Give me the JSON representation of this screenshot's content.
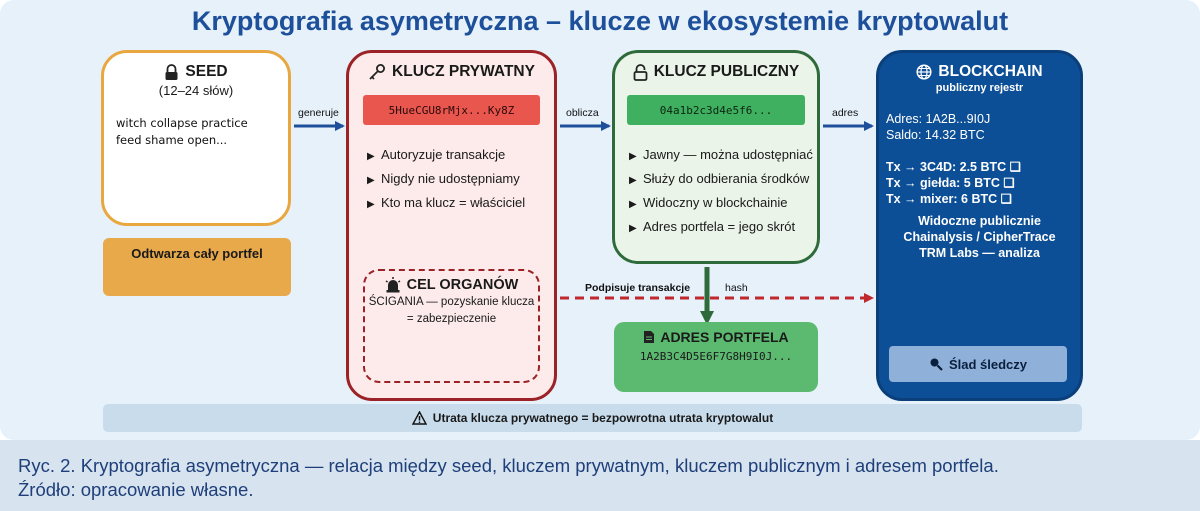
{
  "title": "Kryptografia asymetryczna – klucze w ekosystemie kryptowalut",
  "seed": {
    "icon": "locked-padlock-icon",
    "label": "SEED",
    "sub": "(12–24 słów)",
    "words_line1": "witch collapse practice",
    "words_line2": "feed shame open..."
  },
  "restore_label": "Odtwarza cały portfel",
  "private_key": {
    "icon": "key-icon",
    "label": "KLUCZ PRYWATNY",
    "value": "5HueCGU8rMjx...Ky8Z",
    "bullets": [
      "Autoryzuje transakcje",
      "Nigdy nie udostępniamy",
      "Kto ma klucz = właściciel"
    ]
  },
  "target": {
    "icon": "siren-icon",
    "label": "CEL ORGANÓW",
    "line1": "ŚCIGANIA — pozyskanie klucza",
    "line2": "= zabezpieczenie"
  },
  "public_key": {
    "icon": "unlocked-padlock-icon",
    "label": "KLUCZ PUBLICZNY",
    "value": "04a1b2c3d4e5f6...",
    "bullets": [
      "Jawny — można udostępniać",
      "Służy do odbierania środków",
      "Widoczny w blockchainie",
      "Adres portfela = jego skrót"
    ]
  },
  "address": {
    "icon": "document-icon",
    "label": "ADRES PORTFELA",
    "value": "1A2B3C4D5E6F7G8H9I0J..."
  },
  "blockchain": {
    "icon": "globe-icon",
    "label": "BLOCKCHAIN",
    "sub": "publiczny rejestr",
    "address_line": "Adres: 1A2B...9I0J",
    "balance_line": "Saldo: 14.32 BTC",
    "tx": [
      "Tx → 3C4D: 2.5 BTC ❑",
      "Tx → giełda: 5 BTC ❑",
      "Tx → mixer: 6 BTC ❑"
    ],
    "public_line1": "Widoczne publicznie",
    "public_line2": "Chainalysis / CipherTrace",
    "public_line3": "TRM Labs — analiza",
    "trace_icon": "magnifier-icon",
    "trace_label": "Ślad śledczy"
  },
  "arrows": {
    "generates": "generuje",
    "computes": "oblicza",
    "address": "adres",
    "signs": "Podpisuje transakcje",
    "hash": "hash"
  },
  "colors": {
    "title": "#1d4f9a",
    "arrow_blue": "#1d4f9a",
    "arrow_green": "#2f6b3a",
    "arrow_red": "#c0282d"
  },
  "warning": {
    "icon": "warning-icon",
    "text": "Utrata klucza prywatnego = bezpowrotna utrata kryptowalut"
  },
  "caption": {
    "line1": "Ryc. 2. Kryptografia asymetryczna — relacja między seed, kluczem prywatnym, kluczem publicznym i adresem portfela.",
    "line2": "Źródło: opracowanie własne."
  }
}
